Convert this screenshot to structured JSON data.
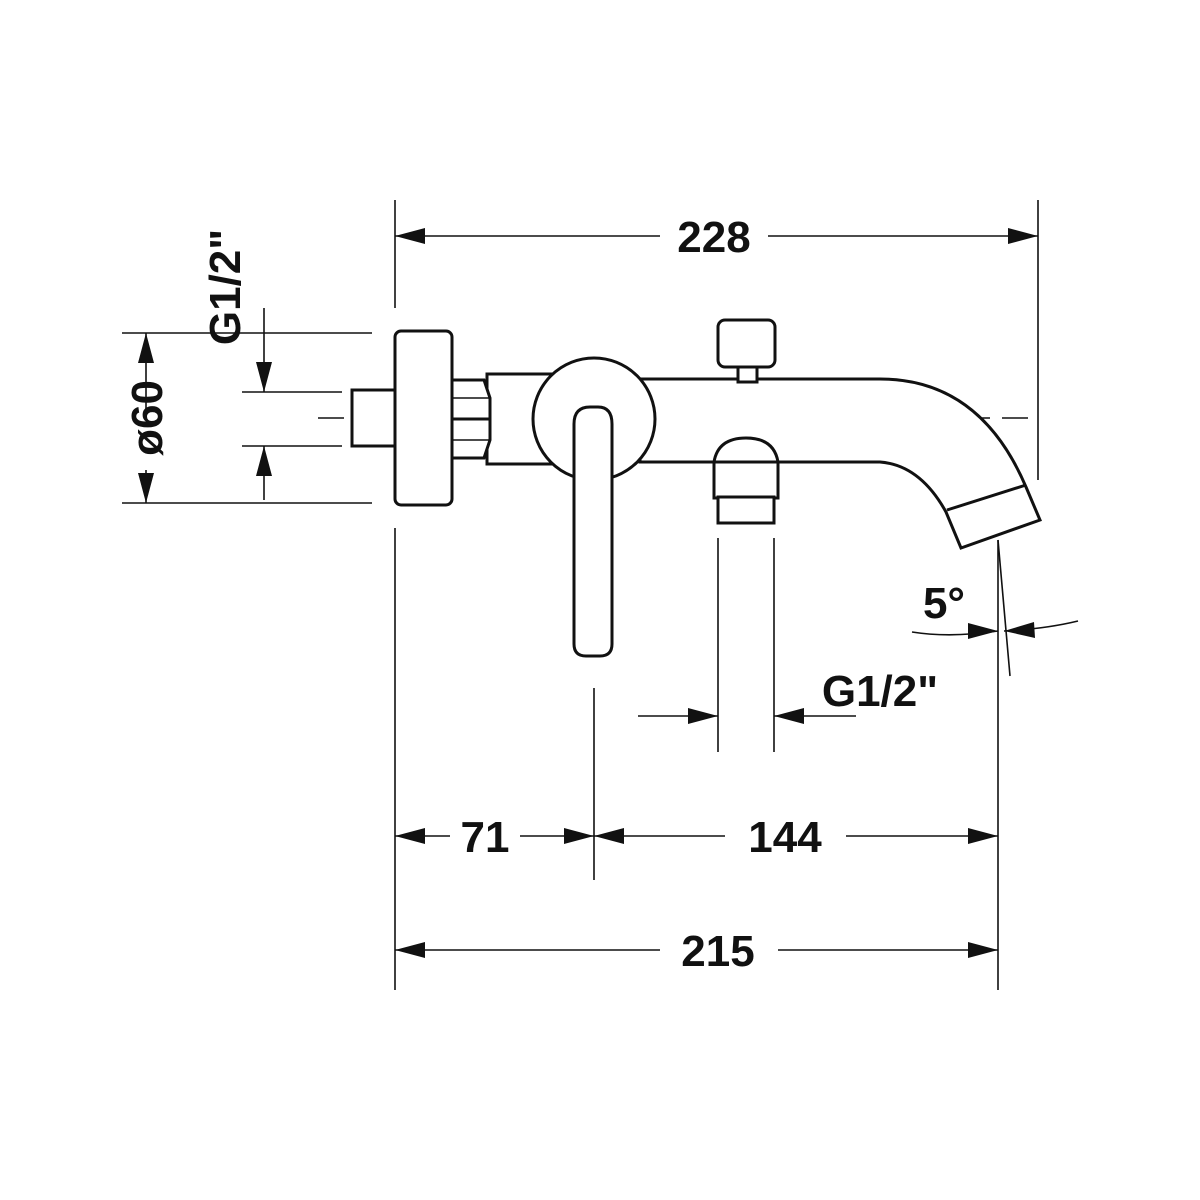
{
  "dimensions": {
    "overall_length": "228",
    "lever_offset": "71",
    "lever_to_spout": "144",
    "wall_to_spout": "215",
    "rosette_diameter": "ø60",
    "inlet_thread": "G1/2\"",
    "shower_outlet_thread": "G1/2\"",
    "spout_angle": "5°"
  },
  "colors": {
    "line": "#111111",
    "background": "#ffffff"
  }
}
